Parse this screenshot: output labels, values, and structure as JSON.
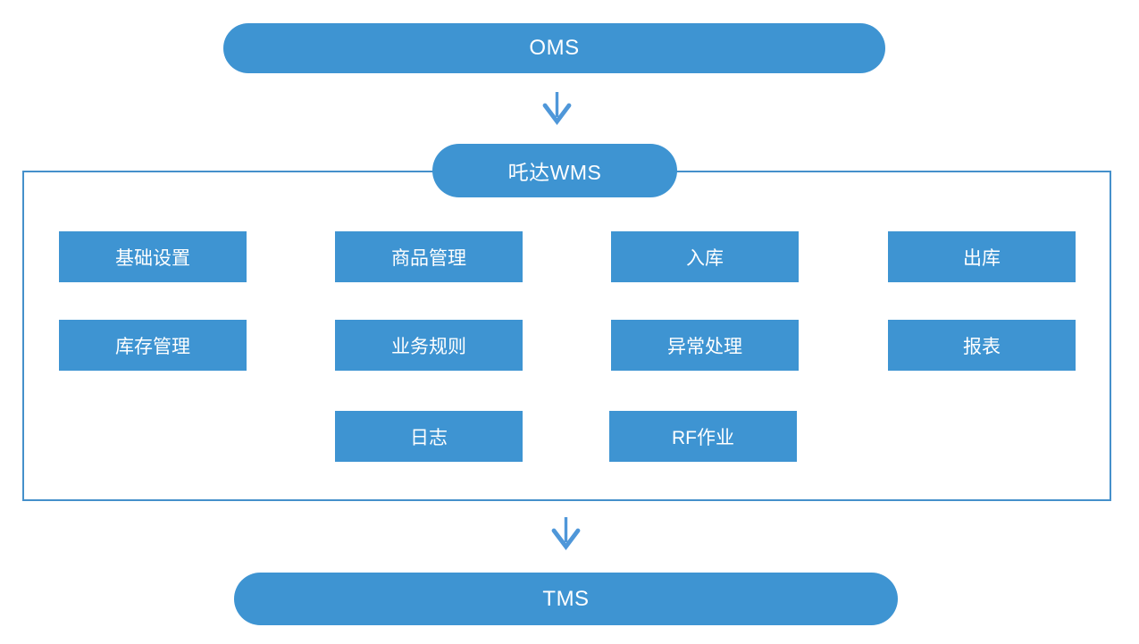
{
  "diagram": {
    "top_node": {
      "label": "OMS"
    },
    "middle_node": {
      "label": "吒达WMS"
    },
    "bottom_node": {
      "label": "TMS"
    },
    "modules": [
      {
        "label": "基础设置"
      },
      {
        "label": "商品管理"
      },
      {
        "label": "入库"
      },
      {
        "label": "出库"
      },
      {
        "label": "库存管理"
      },
      {
        "label": "业务规则"
      },
      {
        "label": "异常处理"
      },
      {
        "label": "报表"
      },
      {
        "label": "日志"
      },
      {
        "label": "RF作业"
      }
    ],
    "colors": {
      "node_fill": "#3E94D2",
      "node_text": "#FFFFFF",
      "box_border": "#4590CB",
      "arrow": "#4F97D9",
      "background": "#FFFFFF"
    }
  }
}
